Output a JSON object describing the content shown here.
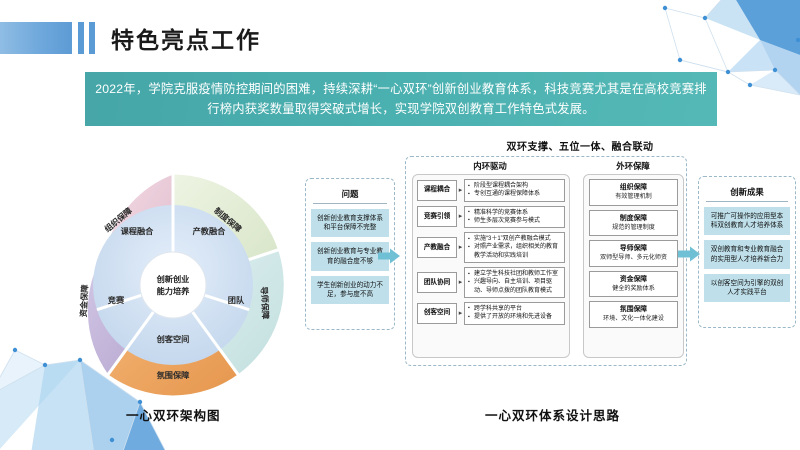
{
  "header": {
    "title": "特色亮点工作",
    "accent_color": "#5b9bd5"
  },
  "banner": {
    "text": "2022年，学院克服疫情防控期间的困难，持续深耕“一心双环”创新创业教育体系，科技竞赛尤其是在高校竞赛排行榜内获奖数量取得突破式增长，实现学院双创教育工作特色式发展。",
    "background_color": "#4bb0b0",
    "text_color": "#ffffff"
  },
  "left_diagram": {
    "caption": "一心双环架构图",
    "center": "创新创业能力培养",
    "inner_ring": [
      {
        "label": "课程融合",
        "color": "#cfe0f0"
      },
      {
        "label": "产教融合",
        "color": "#cfe0f0"
      },
      {
        "label": "团队",
        "color": "#cfe0f0"
      },
      {
        "label": "创客空间",
        "color": "#cfe0f0"
      },
      {
        "label": "竞赛",
        "color": "#cfe0f0"
      }
    ],
    "outer_ring": [
      {
        "label": "组织保障",
        "color": "#e8cdd8"
      },
      {
        "label": "制度保障",
        "color": "#dde8cf"
      },
      {
        "label": "导师保障",
        "color": "#cde6e6"
      },
      {
        "label": "氛围保障",
        "color": "#f0a968"
      },
      {
        "label": "资金保障",
        "color": "#c2b4d8"
      }
    ]
  },
  "right_diagram": {
    "caption": "一心双环体系设计思路",
    "title": "双环支撑、五位一体、融合联动",
    "problem": {
      "title": "问题",
      "items": [
        "创新创业教育支撑体系和平台保障不完整",
        "创新创业教育与专业教育的融合度不够",
        "学生创新创业的动力不足，参与度不高"
      ]
    },
    "inner_drive": {
      "title": "内环驱动",
      "rows": [
        {
          "key": "课程耦合",
          "points": [
            "阶段型课程耦合架构",
            "专创互通的课程保障体系"
          ]
        },
        {
          "key": "竞赛引领",
          "points": [
            "精准科学的竞赛体系",
            "师生多层次竞赛参与模式"
          ]
        },
        {
          "key": "产教融合",
          "points": [
            "实施“3＋1”双创产教融合模式",
            "对照产业需求，组织相关的教育教学活动和实践培训"
          ]
        },
        {
          "key": "团队协同",
          "points": [
            "建立学生科技社团和教师工作室",
            "兴趣导向、自主培训、项目驱动、导师点拨的团队教育模式"
          ]
        },
        {
          "key": "创客空间",
          "points": [
            "跨学科共享的平台",
            "提供了开放的环境和先进设备"
          ]
        }
      ]
    },
    "outer_guarantee": {
      "title": "外环保障",
      "items": [
        {
          "title": "组织保障",
          "sub": "有效管理机制"
        },
        {
          "title": "制度保障",
          "sub": "规范的管理制度"
        },
        {
          "title": "导师保障",
          "sub": "双师型导师、多元化师资"
        },
        {
          "title": "资金保障",
          "sub": "健全的奖励体系"
        },
        {
          "title": "氛围保障",
          "sub": "环境、文化一体化建设"
        }
      ]
    },
    "result": {
      "title": "创新成果",
      "items": [
        "可推广可操作的应用型本科双创教育人才培养体系",
        "双创教育和专业教育融合的实用型人才培养新合力",
        "以创客空间为引擎的双创人才实践平台"
      ]
    }
  }
}
